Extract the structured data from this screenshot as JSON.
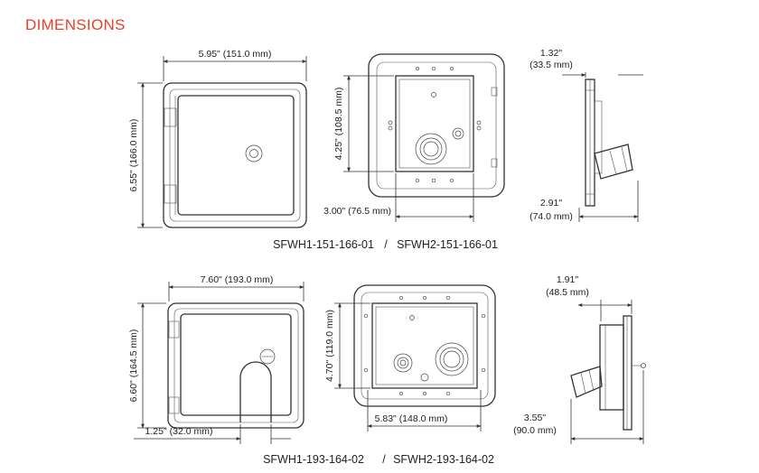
{
  "header": {
    "title": "DIMENSIONS",
    "title_color": "#e8402a"
  },
  "top_row": {
    "width_label": "5.95\" (151.0 mm)",
    "height_label": "6.55\" (166.0 mm)",
    "inner_height_label": "4.25\" (108.5 mm)",
    "inner_width_label": "3.00\" (76.5 mm)",
    "depth_label_line1": "1.32\"",
    "depth_label_line2": "(33.5 mm)",
    "side_width_label_line1": "2.91\"",
    "side_width_label_line2": "(74.0 mm)",
    "model_a": "SFWH1-151-166-01",
    "separator": "/",
    "model_b": "SFWH2-151-166-01"
  },
  "bottom_row": {
    "width_label": "7.60\" (193.0 mm)",
    "height_label": "6.60\" (164.5 mm)",
    "inner_height_label": "4.70\" (119.0 mm)",
    "inner_width_label": "5.83\" (148.0 mm)",
    "cutout_label": "1.25\" (32.0 mm)",
    "depth_label_line1": "1.91\"",
    "depth_label_line2": "(48.5 mm)",
    "side_width_label_line1": "3.55\"",
    "side_width_label_line2": "(90.0 mm)",
    "model_a": "SFWH1-193-164-02",
    "separator": "/",
    "model_b": "SFWH2-193-164-02"
  }
}
